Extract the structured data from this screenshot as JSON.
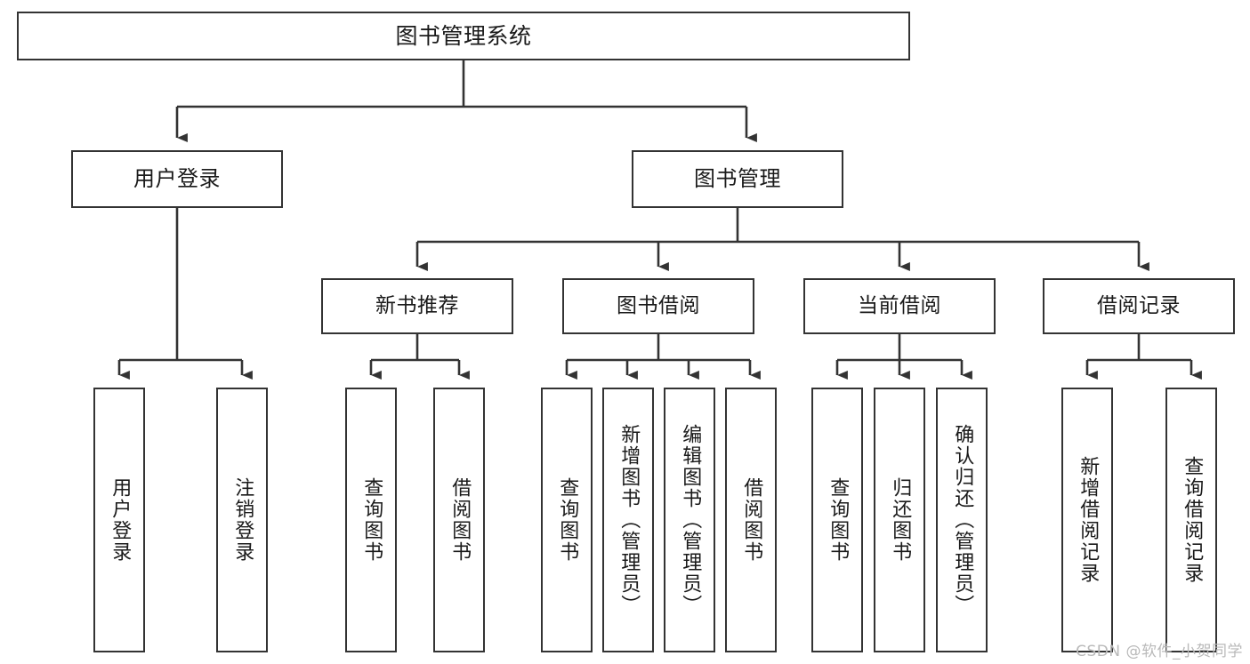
{
  "diagram": {
    "title": "图书管理系统",
    "type": "tree-hierarchy",
    "orientation": "top-down",
    "colors": {
      "box_border": "#333333",
      "box_fill": "#ffffff",
      "edge": "#333333",
      "text": "#1a1a1a",
      "watermark": "#b9b9b9",
      "background": "#ffffff"
    },
    "nodes": {
      "root": {
        "label": "图书管理系统"
      },
      "level2": [
        {
          "id": "user-login",
          "label": "用户登录"
        },
        {
          "id": "book-management",
          "label": "图书管理"
        }
      ],
      "level3": [
        {
          "id": "new-book-recommend",
          "label": "新书推荐"
        },
        {
          "id": "book-borrow",
          "label": "图书借阅"
        },
        {
          "id": "current-borrow",
          "label": "当前借阅"
        },
        {
          "id": "borrow-record",
          "label": "借阅记录"
        }
      ],
      "leaves": {
        "user-login": [
          {
            "id": "leaf-user-login",
            "label": "用户登录"
          },
          {
            "id": "leaf-logout-login",
            "label": "注销登录"
          }
        ],
        "new-book-recommend": [
          {
            "id": "leaf-query-book-1",
            "label": "查询图书"
          },
          {
            "id": "leaf-borrow-book-1",
            "label": "借阅图书"
          }
        ],
        "book-borrow": [
          {
            "id": "leaf-query-book-2",
            "label": "查询图书"
          },
          {
            "id": "leaf-add-book",
            "label": "新增图书（管理员）"
          },
          {
            "id": "leaf-edit-book",
            "label": "编辑图书（管理员）"
          },
          {
            "id": "leaf-borrow-book-2",
            "label": "借阅图书"
          }
        ],
        "current-borrow": [
          {
            "id": "leaf-query-book-3",
            "label": "查询图书"
          },
          {
            "id": "leaf-return-book",
            "label": "归还图书"
          },
          {
            "id": "leaf-confirm-return",
            "label": "确认归还（管理员）"
          }
        ],
        "borrow-record": [
          {
            "id": "leaf-add-record",
            "label": "新增借阅记录"
          },
          {
            "id": "leaf-query-record",
            "label": "查询借阅记录"
          }
        ]
      }
    },
    "watermark": "CSDN @软件_小贺同学"
  }
}
